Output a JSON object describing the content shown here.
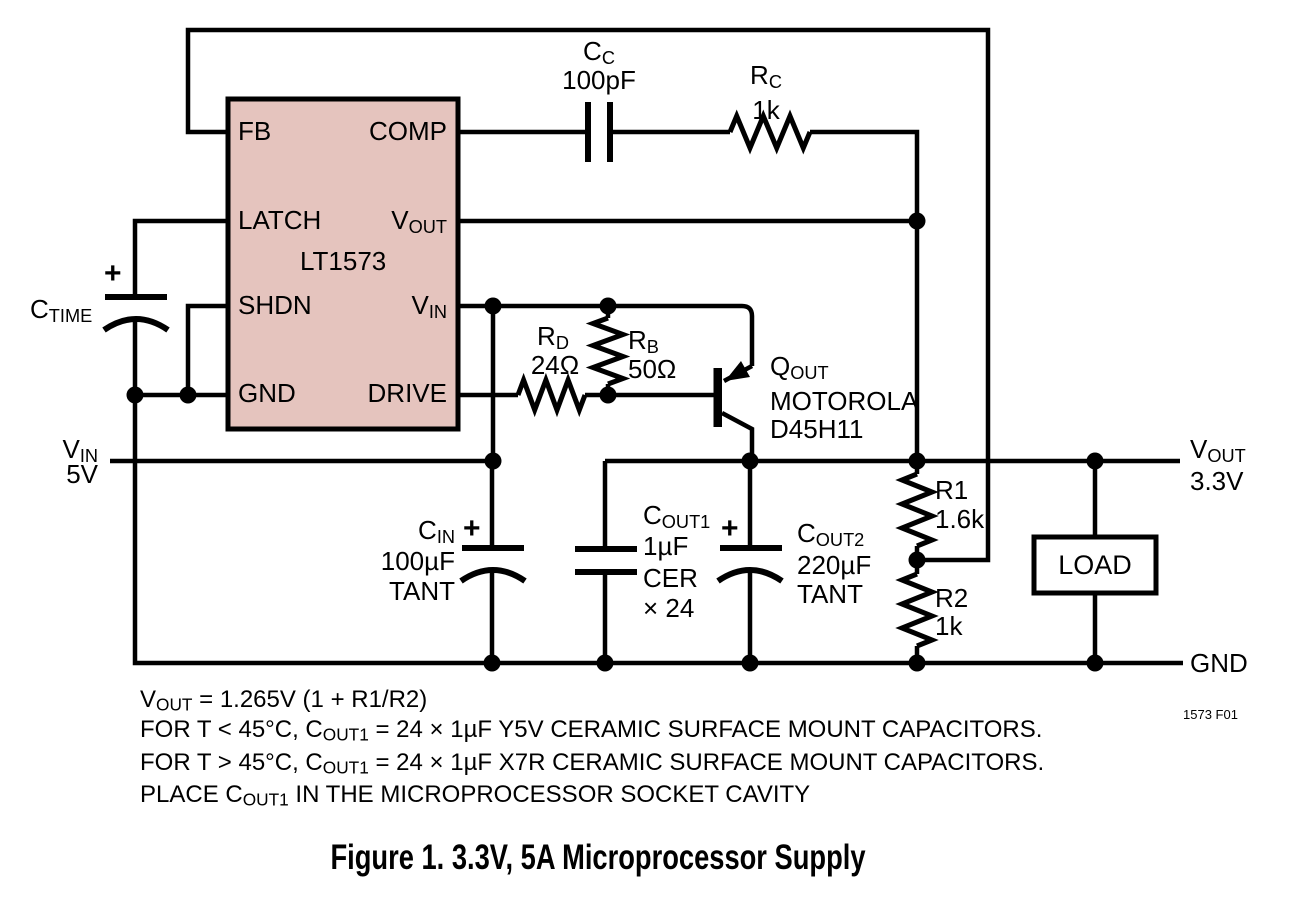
{
  "colors": {
    "ic_fill": "#e5c4be",
    "wire": "#000000",
    "background": "#ffffff"
  },
  "ic": {
    "part_number": "LT1573",
    "pins": {
      "fb": "FB",
      "latch": "LATCH",
      "shdn": "SHDN",
      "gnd": "GND",
      "comp": "COMP",
      "drive": "DRIVE",
      "vout": [
        {
          "t": "V"
        },
        {
          "s": "OUT"
        }
      ],
      "vin": [
        {
          "t": "V"
        },
        {
          "s": "IN"
        }
      ]
    }
  },
  "components": {
    "cc": {
      "name": [
        {
          "t": "C"
        },
        {
          "s": "C"
        }
      ],
      "value": "100pF"
    },
    "rc": {
      "name": [
        {
          "t": "R"
        },
        {
          "s": "C"
        }
      ],
      "value": "1k"
    },
    "ctime": {
      "name": [
        {
          "t": "C"
        },
        {
          "s": "TIME"
        }
      ],
      "polarity": "+"
    },
    "rd": {
      "name": [
        {
          "t": "R"
        },
        {
          "s": "D"
        }
      ],
      "value": "24Ω"
    },
    "rb": {
      "name": [
        {
          "t": "R"
        },
        {
          "s": "B"
        }
      ],
      "value": "50Ω"
    },
    "qout": {
      "name": [
        {
          "t": "Q"
        },
        {
          "s": "OUT"
        }
      ],
      "maker": "MOTOROLA",
      "part": "D45H11"
    },
    "cin": {
      "name": [
        {
          "t": "C"
        },
        {
          "s": "IN"
        }
      ],
      "value": "100µF",
      "type": "TANT",
      "polarity": "+"
    },
    "cout1": {
      "name": [
        {
          "t": "C"
        },
        {
          "s": "OUT1"
        }
      ],
      "value": "1µF",
      "type": "CER",
      "multiplier": "× 24"
    },
    "cout2": {
      "name": [
        {
          "t": "C"
        },
        {
          "s": "OUT2"
        }
      ],
      "value": "220µF",
      "type": "TANT",
      "polarity": "+"
    },
    "r1": {
      "name": "R1",
      "value": "1.6k"
    },
    "r2": {
      "name": "R2",
      "value": "1k"
    },
    "load": {
      "label": "LOAD"
    }
  },
  "rails": {
    "vin": {
      "name": [
        {
          "t": "V"
        },
        {
          "s": "IN"
        }
      ],
      "value": "5V"
    },
    "vout": {
      "name": [
        {
          "t": "V"
        },
        {
          "s": "OUT"
        }
      ],
      "value": "3.3V"
    },
    "gnd": {
      "name": "GND"
    }
  },
  "notes": [
    [
      {
        "t": "V"
      },
      {
        "s": "OUT"
      },
      {
        "t": " = 1.265V (1 + R1/R2)"
      }
    ],
    [
      {
        "t": "FOR T < 45°C, C"
      },
      {
        "s": "OUT1"
      },
      {
        "t": " = 24 × 1µF Y5V CERAMIC SURFACE MOUNT CAPACITORS."
      }
    ],
    [
      {
        "t": "FOR T > 45°C, C"
      },
      {
        "s": "OUT1"
      },
      {
        "t": " = 24 × 1µF X7R CERAMIC SURFACE MOUNT CAPACITORS."
      }
    ],
    [
      {
        "t": "PLACE C"
      },
      {
        "s": "OUT1"
      },
      {
        "t": " IN THE MICROPROCESSOR SOCKET CAVITY"
      }
    ]
  ],
  "figure_code": "1573 F01",
  "caption": "Figure 1. 3.3V, 5A Microprocessor Supply"
}
